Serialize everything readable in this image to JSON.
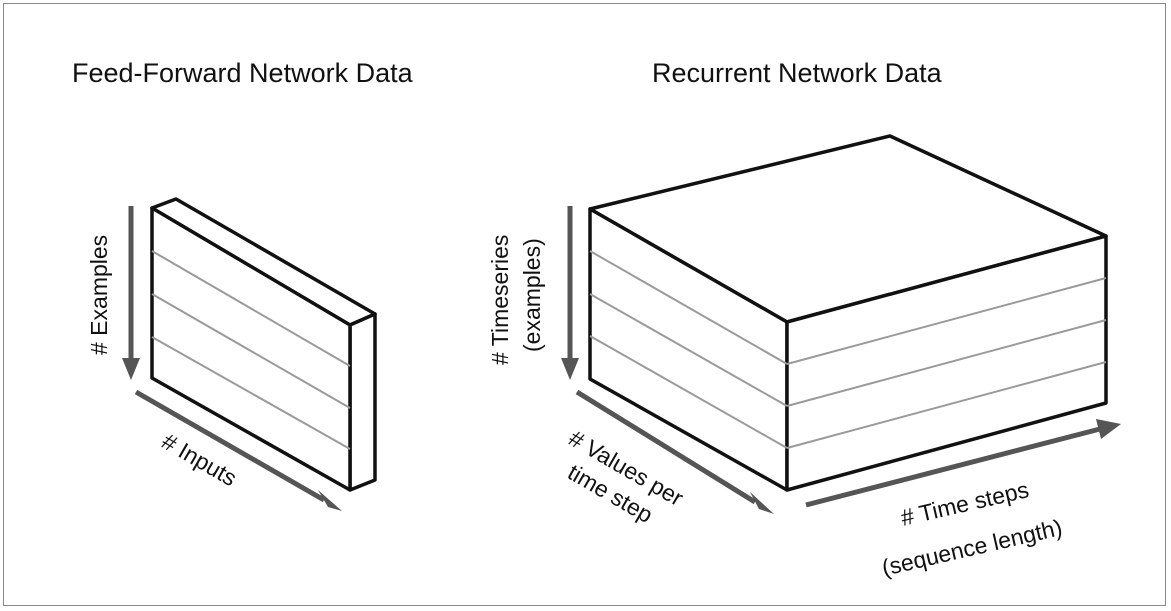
{
  "diagram": {
    "feed_forward": {
      "title": "Feed-Forward Network Data",
      "examples_label": "# Examples",
      "inputs_label": "# Inputs"
    },
    "recurrent": {
      "title": "Recurrent Network Data",
      "timeseries_label_line1": "# Timeseries",
      "timeseries_label_line2": "(examples)",
      "values_label_line1": "# Values per",
      "values_label_line2": "time step",
      "timesteps_label_line1": "# Time steps",
      "timesteps_label_line2": "(sequence length)"
    }
  },
  "colors": {
    "outline": "#111111",
    "separator": "#9a9a9a",
    "arrow": "#555555",
    "frame": "#8a8a8a"
  }
}
